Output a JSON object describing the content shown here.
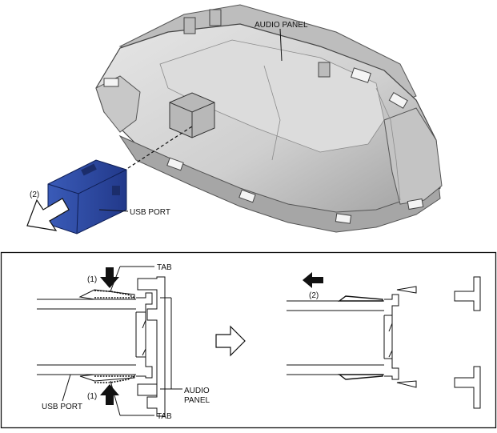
{
  "top": {
    "audio_panel_label": "AUDIO PANEL",
    "usb_port_label": "USB PORT",
    "step_label": "(2)"
  },
  "detail": {
    "tab_top_label": "TAB",
    "tab_bottom_label": "TAB",
    "step1_top": "(1)",
    "step1_bottom": "(1)",
    "step2": "(2)",
    "usb_port_label": "USB PORT",
    "audio_label_line1": "AUDIO",
    "audio_label_line2": "PANEL"
  },
  "colors": {
    "panel_fill": "#d4d4d4",
    "panel_shade": "#a9a9a9",
    "panel_dark": "#7e7e7e",
    "usb_blue": "#2f4da0",
    "usb_dark": "#1f3478",
    "ink": "#111111"
  }
}
